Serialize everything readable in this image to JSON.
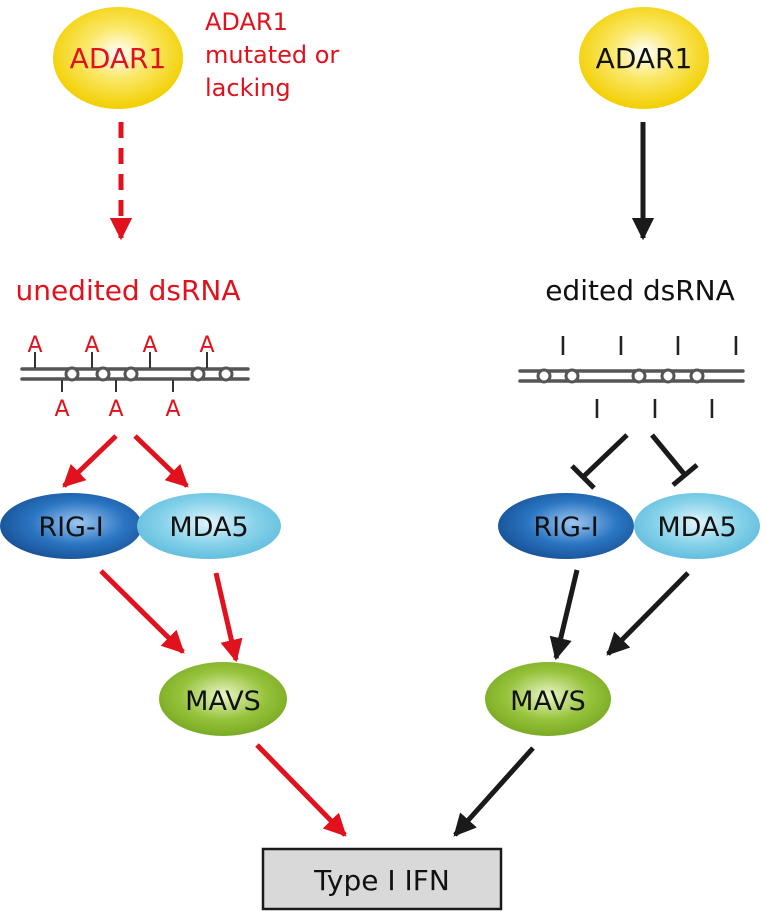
{
  "colors": {
    "red": "#e1121d",
    "black": "#1a1a1a",
    "adar_yellow": "#f5d400",
    "rigi_blue": "#1f67b0",
    "mda5_blue": "#6fc7e3",
    "mavs_green": "#86b728",
    "box_fill": "#d9d9d9"
  },
  "left": {
    "adar": "ADAR1",
    "note_line1": "ADAR1",
    "note_line2": "mutated or",
    "note_line3": "lacking",
    "dsrna_label": "unedited dsRNA",
    "top_marks": [
      "A",
      "A",
      "A",
      "A"
    ],
    "bottom_marks": [
      "A",
      "A",
      "A"
    ],
    "rigi": "RIG-I",
    "mda5": "MDA5",
    "mavs": "MAVS"
  },
  "right": {
    "adar": "ADAR1",
    "dsrna_label": "edited dsRNA",
    "top_marks": [
      "I",
      "I",
      "I",
      "I"
    ],
    "bottom_marks": [
      "I",
      "I",
      "I"
    ],
    "rigi": "RIG-I",
    "mda5": "MDA5",
    "mavs": "MAVS"
  },
  "output": "Type I IFN"
}
